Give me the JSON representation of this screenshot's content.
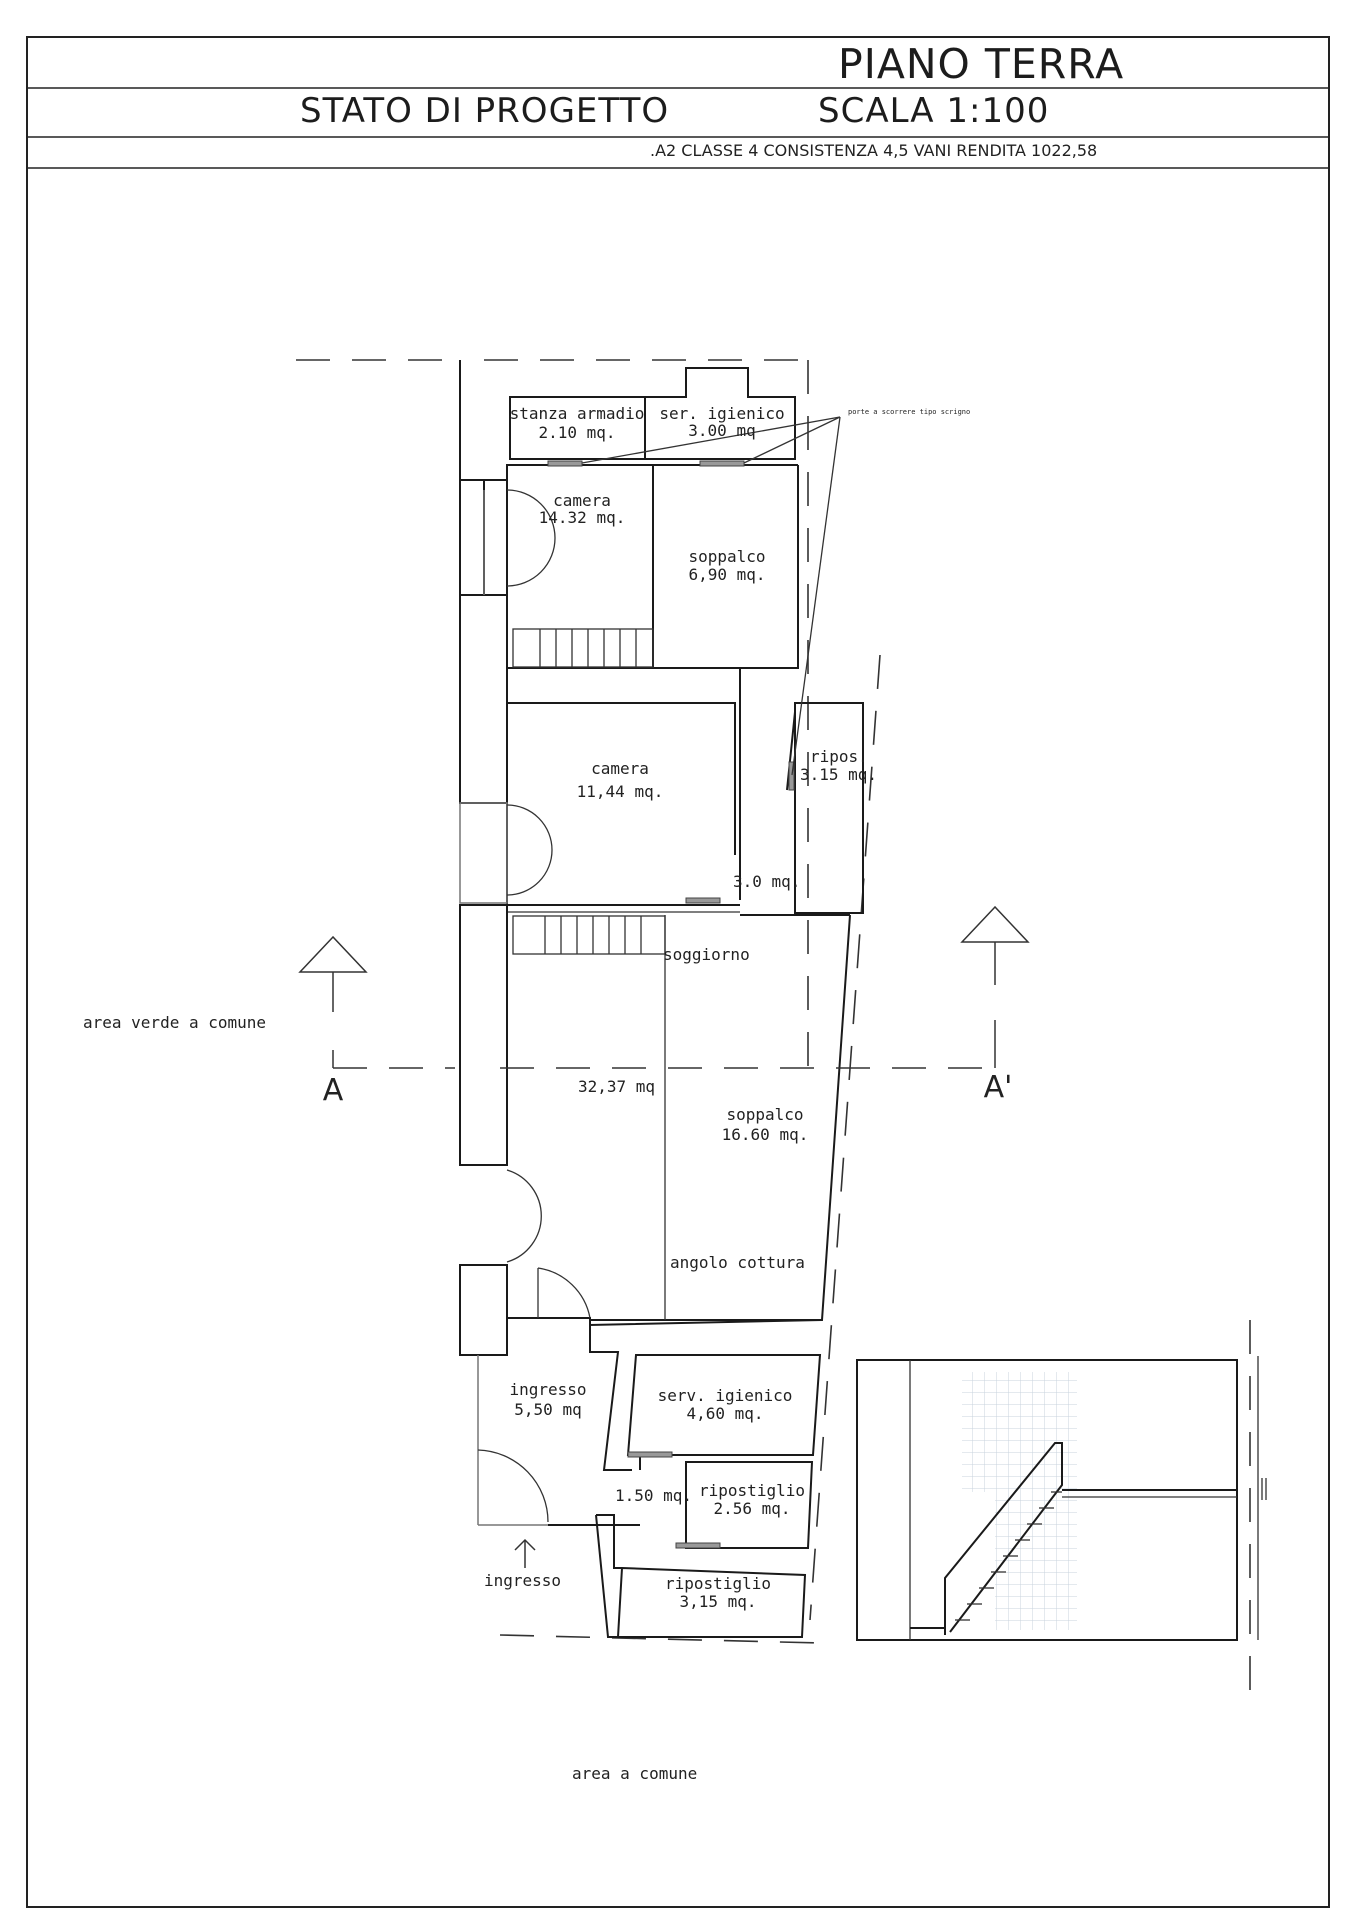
{
  "header": {
    "floor": "PIANO TERRA",
    "status": "STATO DI PROGETTO",
    "scale": "SCALA 1:100",
    "cadastral": ".A2  CLASSE 4  CONSISTENZA 4,5 VANI  RENDITA 1022,58"
  },
  "annotation": {
    "sliding_doors": "porte a scorrere tipo scrigno"
  },
  "rooms": {
    "stanza_armadio": {
      "name": "stanza armadio",
      "area": "2.10 mq."
    },
    "ser_igienico": {
      "name": "ser. igienico",
      "area": "3.00 mq"
    },
    "camera_1": {
      "name": "camera",
      "area": "14.32 mq."
    },
    "soppalco_1": {
      "name": "soppalco",
      "area": "6,90 mq."
    },
    "camera_2": {
      "name": "camera",
      "area": "11,44 mq."
    },
    "ripos": {
      "name": "ripos.",
      "area": "3.15 mq."
    },
    "disimpegno": {
      "area": "3.0 mq."
    },
    "soggiorno": {
      "name": "soggiorno",
      "area": "32,37 mq"
    },
    "soppalco_2": {
      "name": "soppalco",
      "area": "16.60 mq."
    },
    "angolo_cottura": {
      "name": "angolo cottura"
    },
    "ingresso_room": {
      "name": "ingresso",
      "area": "5,50 mq"
    },
    "serv_igienico": {
      "name": "serv. igienico",
      "area": "4,60 mq."
    },
    "corridoio": {
      "area": "1.50 mq."
    },
    "ripostiglio_1": {
      "name": "ripostiglio",
      "area": "2.56 mq."
    },
    "ripostiglio_2": {
      "name": "ripostiglio",
      "area": "3,15 mq."
    }
  },
  "labels": {
    "area_verde": "area verde a comune",
    "area_comune": "area a comune",
    "entrance": "ingresso",
    "section_left": "A",
    "section_right": "A'"
  },
  "colors": {
    "line": "#1a1a1a",
    "tile": "#cfd8e2"
  }
}
